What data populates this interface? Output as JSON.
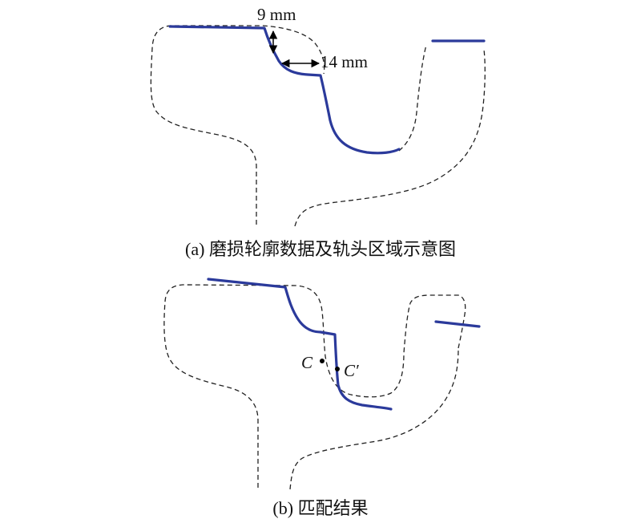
{
  "figure_a": {
    "caption": "(a) 磨损轮廓数据及轨头区域示意图",
    "dim_vertical": "9 mm",
    "dim_horizontal": "14 mm"
  },
  "figure_b": {
    "caption": "(b) 匹配结果",
    "point_c": "C",
    "point_c_prime": "C′"
  },
  "colors": {
    "wear_profile": "#2b3a9b",
    "template_outline": "#222222"
  }
}
